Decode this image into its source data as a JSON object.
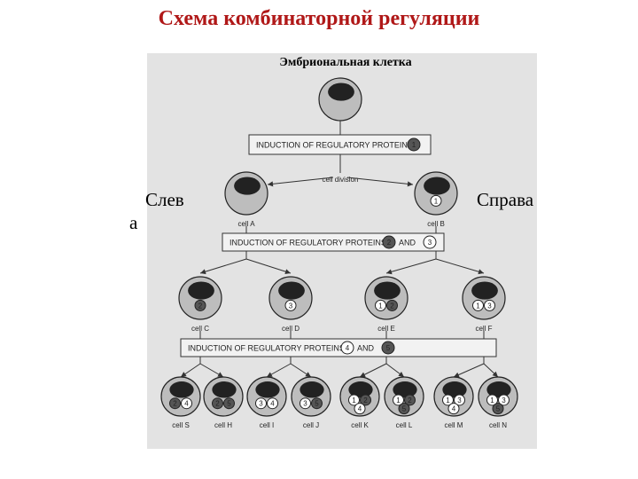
{
  "title": "Схема комбинаторной регуляции",
  "subtitle": "Эмбриональная клетка",
  "left_label": [
    "Слев",
    "а"
  ],
  "right_label": "Справа",
  "colors": {
    "title": "#b01818",
    "background_figure": "#e3e3e3",
    "cell_fill": "#bdbdbd",
    "nucleus": "#222222",
    "banner_fill": "#f2f2f2",
    "protein_dark": "#555555",
    "protein_light": "#ffffff"
  },
  "diagram": {
    "bars": [
      {
        "label": "INDUCTION OF REGULATORY PROTEIN",
        "proteins": [
          {
            "n": "1",
            "dark": true
          }
        ],
        "and": ""
      },
      {
        "label": "INDUCTION OF REGULATORY PROTEINS",
        "proteins": [
          {
            "n": "2",
            "dark": true
          },
          {
            "n": "3",
            "dark": false
          }
        ],
        "and": "AND"
      },
      {
        "label": "INDUCTION OF REGULATORY PROTEINS",
        "proteins": [
          {
            "n": "4",
            "dark": false
          },
          {
            "n": "5",
            "dark": true
          }
        ],
        "and": "AND"
      }
    ],
    "division_label": "cell division",
    "level1": [
      {
        "name": "cell A",
        "proteins": []
      },
      {
        "name": "cell B",
        "proteins": [
          {
            "n": "1",
            "dark": false
          }
        ]
      }
    ],
    "level2": [
      {
        "name": "cell C",
        "proteins": [
          {
            "n": "2",
            "dark": true
          }
        ]
      },
      {
        "name": "cell D",
        "proteins": [
          {
            "n": "3",
            "dark": false
          }
        ]
      },
      {
        "name": "cell E",
        "proteins": [
          {
            "n": "1",
            "dark": false
          },
          {
            "n": "2",
            "dark": true
          }
        ]
      },
      {
        "name": "cell F",
        "proteins": [
          {
            "n": "1",
            "dark": false
          },
          {
            "n": "3",
            "dark": false
          }
        ]
      }
    ],
    "level3": [
      {
        "name": "cell S",
        "proteins": [
          {
            "n": "2",
            "dark": true
          },
          {
            "n": "4",
            "dark": false
          }
        ]
      },
      {
        "name": "cell H",
        "proteins": [
          {
            "n": "2",
            "dark": true
          },
          {
            "n": "5",
            "dark": true
          }
        ]
      },
      {
        "name": "cell I",
        "proteins": [
          {
            "n": "3",
            "dark": false
          },
          {
            "n": "4",
            "dark": false
          }
        ]
      },
      {
        "name": "cell J",
        "proteins": [
          {
            "n": "3",
            "dark": false
          },
          {
            "n": "5",
            "dark": true
          }
        ]
      },
      {
        "name": "cell K",
        "proteins": [
          {
            "n": "1",
            "dark": false
          },
          {
            "n": "2",
            "dark": true
          },
          {
            "n": "4",
            "dark": false
          }
        ]
      },
      {
        "name": "cell L",
        "proteins": [
          {
            "n": "1",
            "dark": false
          },
          {
            "n": "2",
            "dark": true
          },
          {
            "n": "5",
            "dark": true
          }
        ]
      },
      {
        "name": "cell M",
        "proteins": [
          {
            "n": "1",
            "dark": false
          },
          {
            "n": "3",
            "dark": false
          },
          {
            "n": "4",
            "dark": false
          }
        ]
      },
      {
        "name": "cell N",
        "proteins": [
          {
            "n": "1",
            "dark": false
          },
          {
            "n": "3",
            "dark": false
          },
          {
            "n": "5",
            "dark": true
          }
        ]
      }
    ]
  }
}
